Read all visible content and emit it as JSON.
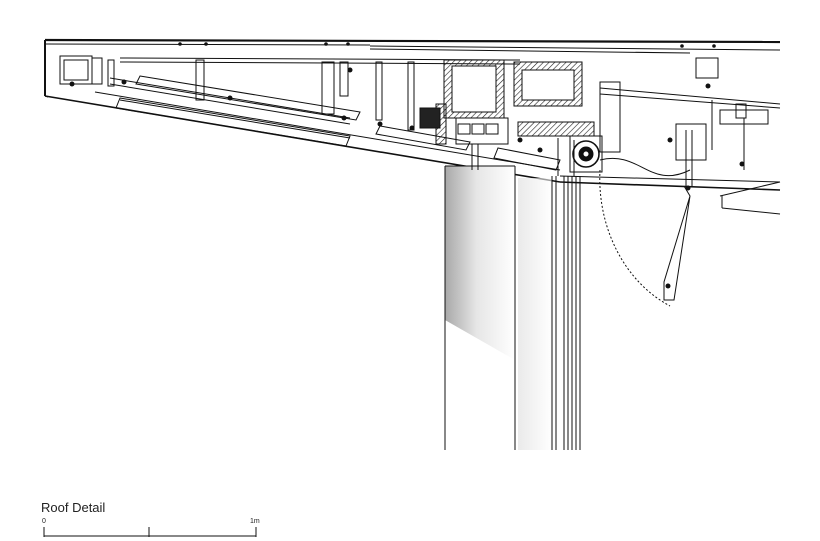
{
  "drawing": {
    "title": "Roof Detail",
    "scale_bar": {
      "start_label": "0",
      "end_label": "1m"
    }
  },
  "colors": {
    "line": "#111111",
    "background": "#ffffff",
    "glass_shade": "#9a9a9a"
  }
}
